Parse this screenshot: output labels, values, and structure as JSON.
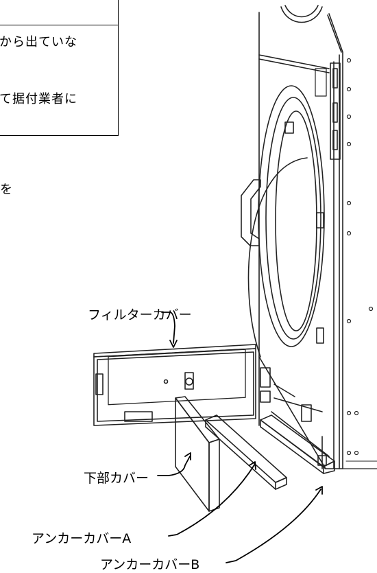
{
  "note": {
    "line1": "から出ていな",
    "line2": "て据付業者に"
  },
  "stray_text": "を",
  "labels": {
    "filter_cover": "フィルターカバー",
    "lower_cover": "下部カバー",
    "anchor_cover_a": "アンカーカバーA",
    "anchor_cover_b": "アンカーカバーB"
  }
}
